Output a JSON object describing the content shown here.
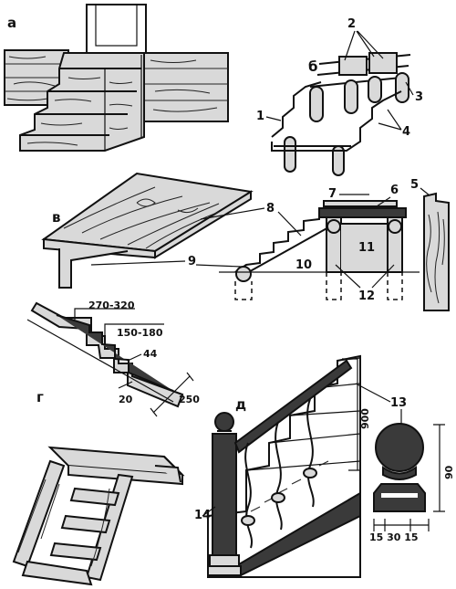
{
  "panels": {
    "a": "а",
    "b": "б",
    "v": "в",
    "g": "г",
    "d": "д"
  },
  "callouts": {
    "c1": "1",
    "c2": "2",
    "c3": "3",
    "c4": "4",
    "c5": "5",
    "c6": "6",
    "c7": "7",
    "c8": "8",
    "c9": "9",
    "c10": "10",
    "c11": "11",
    "c12": "12",
    "c13": "13",
    "c14": "14"
  },
  "dimensions": {
    "tread": "270-320",
    "riser": "150-180",
    "nosing": "44",
    "thickness": "20",
    "stringer": "250",
    "rail_height": "900",
    "handrail_height": "90",
    "handrail_base": "15 30 15"
  }
}
